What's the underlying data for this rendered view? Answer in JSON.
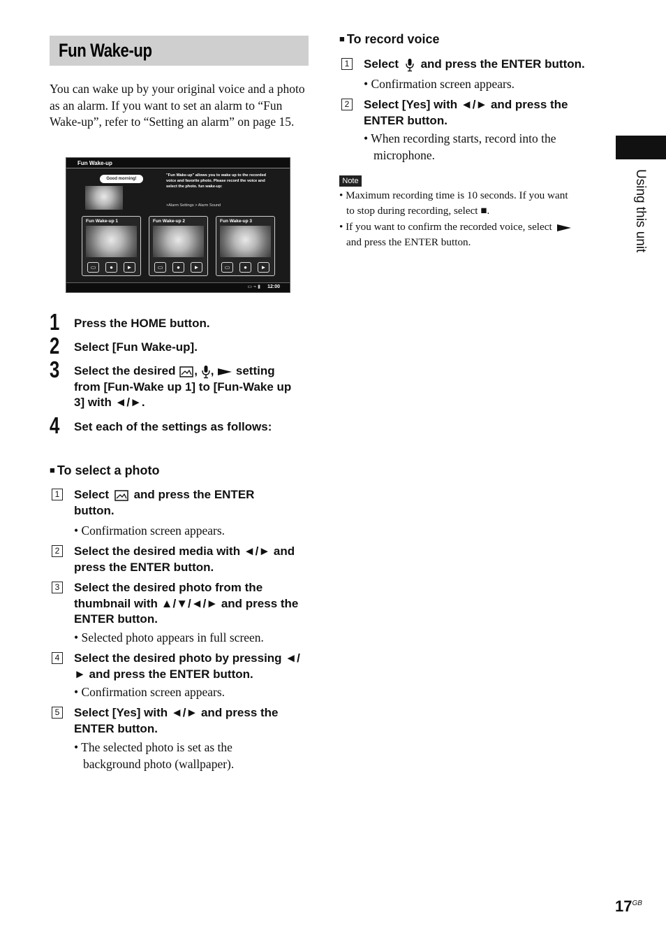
{
  "title": "Fun Wake-up",
  "intro": "You can wake up by your original voice and a photo as an alarm. If you want to set an alarm to “Fun Wake-up”, refer to “Setting an alarm” on page 15.",
  "screenshot": {
    "header": "Fun Wake-up",
    "bubble": "Good morning!",
    "description": "\"Fun Wake-up\" allows you to wake up to the recorded voice and favorite photo. Please record the voice and select the photo. fun wake-up:",
    "path": ">Alarm Settings > Alarm Sound",
    "cards": [
      "Fun Wake-up 1",
      "Fun Wake-up 2",
      "Fun Wake-up 3"
    ],
    "time": "12:00"
  },
  "steps": [
    {
      "num": "1",
      "text": "Press the HOME button."
    },
    {
      "num": "2",
      "text": "Select [Fun Wake-up]."
    },
    {
      "num": "3",
      "pre": "Select the desired",
      "post": "setting",
      "line2": "from [Fun-Wake up 1] to [Fun-Wake up",
      "line3": "3] with ◄/►."
    },
    {
      "num": "4",
      "text": "Set each of the settings as follows:"
    }
  ],
  "photo_section": {
    "heading": "To select a photo",
    "items": [
      {
        "num": "1",
        "pre": "Select",
        "post": "and press the ENTER",
        "line2": "button.",
        "bullets": [
          "• Confirmation screen appears."
        ]
      },
      {
        "num": "2",
        "line1": "Select the desired media with ◄/► and",
        "line2": "press the ENTER button."
      },
      {
        "num": "3",
        "line1": "Select the desired photo from the",
        "line2": "thumbnail with ▲/▼/◄/► and press the",
        "line3": "ENTER button.",
        "bullets": [
          "• Selected photo appears in full screen."
        ]
      },
      {
        "num": "4",
        "line1": "Select the desired photo by pressing ◄/",
        "line2": "► and press the ENTER button.",
        "bullets": [
          "• Confirmation screen appears."
        ]
      },
      {
        "num": "5",
        "line1": "Select [Yes] with ◄/► and press the",
        "line2": "ENTER button.",
        "bullets": [
          "• The selected photo is set as the",
          "background photo (wallpaper)."
        ]
      }
    ]
  },
  "voice_section": {
    "heading": "To record voice",
    "items": [
      {
        "num": "1",
        "pre": "Select",
        "post": "and press the ENTER button.",
        "bullets": [
          "• Confirmation screen appears."
        ]
      },
      {
        "num": "2",
        "line1": "Select [Yes] with ◄/► and press the",
        "line2": "ENTER button.",
        "bullets": [
          "• When recording starts, record into the",
          "microphone."
        ]
      }
    ]
  },
  "note": {
    "label": "Note",
    "items": [
      {
        "line1": "• Maximum recording time is 10 seconds. If you want",
        "line2": "to stop during recording, select ■."
      },
      {
        "line1": "• If you want to confirm the recorded voice, select",
        "line2": "and press the ENTER button."
      }
    ]
  },
  "side_tab": "Using this unit",
  "page": {
    "number": "17",
    "suffix": "GB"
  }
}
